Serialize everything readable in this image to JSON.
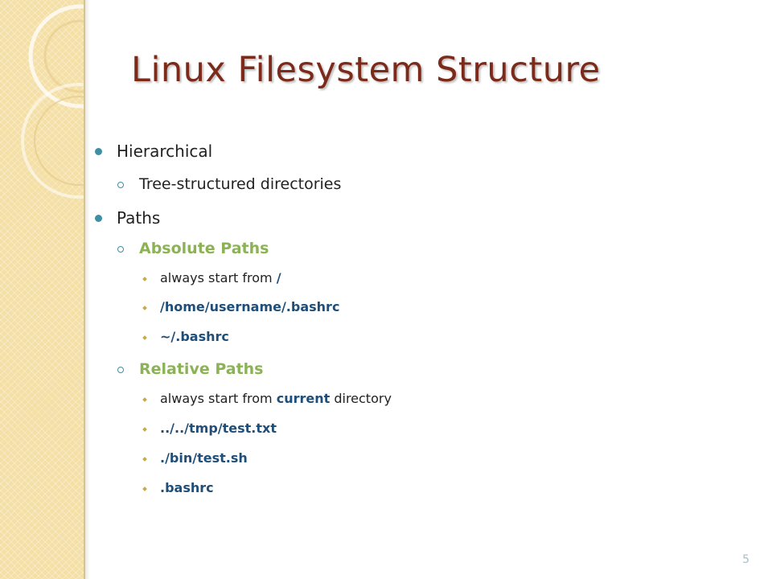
{
  "slide": {
    "title": "Linux Filesystem Structure",
    "page_number": "5",
    "accent_colors": {
      "title": "#7c2a1a",
      "bullet": "#3d8fa6",
      "subheading": "#8bb355",
      "code": "#1f4e79",
      "band": "#f4dfa6"
    },
    "items": {
      "hierarchical": "Hierarchical",
      "tree": "Tree-structured directories",
      "paths": "Paths",
      "absolute_heading": "Absolute Paths",
      "abs_start_text": "always start from ",
      "abs_start_code": "/",
      "abs_example1": "/home/username/.bashrc",
      "abs_example2": "~/.bashrc",
      "relative_heading": "Relative Paths",
      "rel_start_text": "always start from ",
      "rel_start_code": "current",
      "rel_start_tail": " directory",
      "rel_example1": "../../tmp/test.txt",
      "rel_example2": "./bin/test.sh",
      "rel_example3": ".bashrc"
    }
  }
}
